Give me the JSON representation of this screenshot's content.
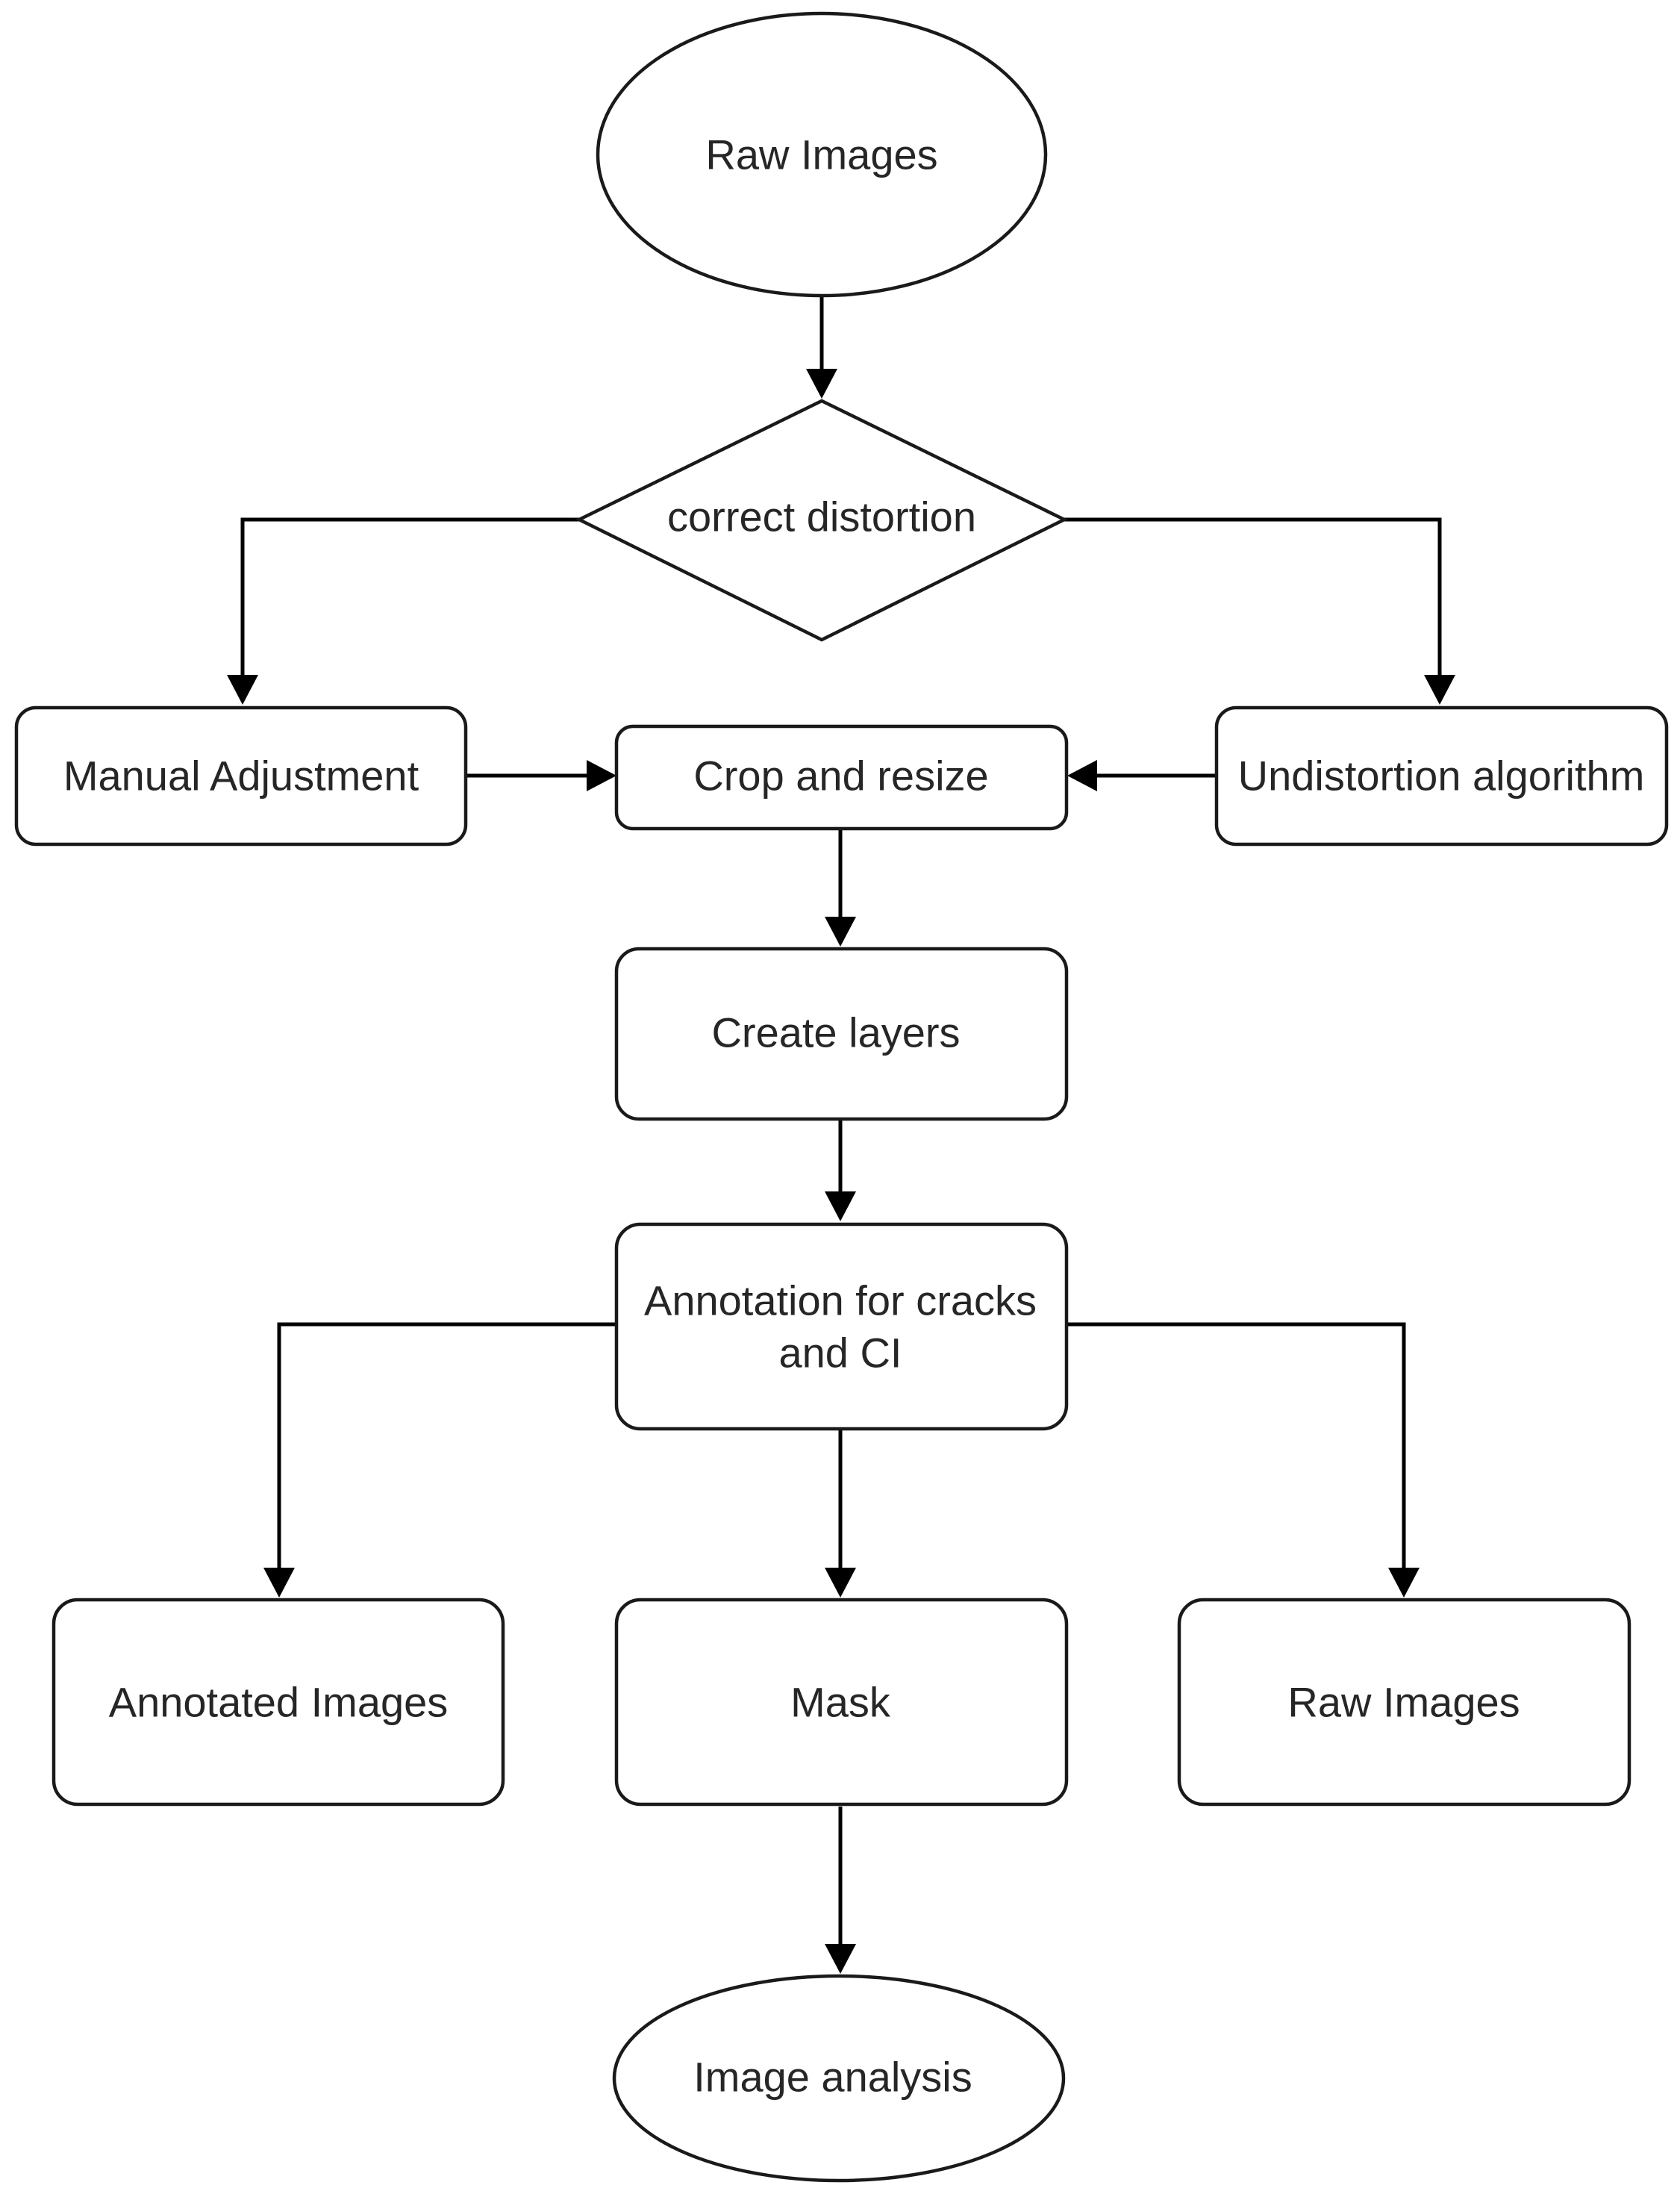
{
  "diagram": {
    "nodes": {
      "raw_images_start": {
        "label": "Raw Images",
        "shape": "ellipse"
      },
      "correct_distortion": {
        "label": "correct distortion",
        "shape": "diamond"
      },
      "manual_adjustment": {
        "label": "Manual Adjustment",
        "shape": "rounded-rect"
      },
      "crop_and_resize": {
        "label": "Crop and resize",
        "shape": "rounded-rect"
      },
      "undistortion_algorithm": {
        "label": "Undistortion algorithm",
        "shape": "rounded-rect"
      },
      "create_layers": {
        "label": "Create layers",
        "shape": "rounded-rect"
      },
      "annotation": {
        "label_line1": "Annotation for cracks",
        "label_line2": "and CI",
        "shape": "rounded-rect"
      },
      "annotated_images": {
        "label": "Annotated Images",
        "shape": "rounded-rect"
      },
      "mask": {
        "label": "Mask",
        "shape": "rounded-rect"
      },
      "raw_images_output": {
        "label": "Raw Images",
        "shape": "rounded-rect"
      },
      "image_analysis": {
        "label": "Image analysis",
        "shape": "ellipse"
      }
    },
    "edges": [
      {
        "from": "raw_images_start",
        "to": "correct_distortion"
      },
      {
        "from": "correct_distortion",
        "to": "manual_adjustment"
      },
      {
        "from": "correct_distortion",
        "to": "undistortion_algorithm"
      },
      {
        "from": "manual_adjustment",
        "to": "crop_and_resize"
      },
      {
        "from": "undistortion_algorithm",
        "to": "crop_and_resize"
      },
      {
        "from": "crop_and_resize",
        "to": "create_layers"
      },
      {
        "from": "create_layers",
        "to": "annotation"
      },
      {
        "from": "annotation",
        "to": "annotated_images"
      },
      {
        "from": "annotation",
        "to": "mask"
      },
      {
        "from": "annotation",
        "to": "raw_images_output"
      },
      {
        "from": "mask",
        "to": "image_analysis"
      }
    ],
    "colors": {
      "stroke": "#1a1a1a",
      "text": "#262626",
      "fill": "#ffffff"
    }
  }
}
